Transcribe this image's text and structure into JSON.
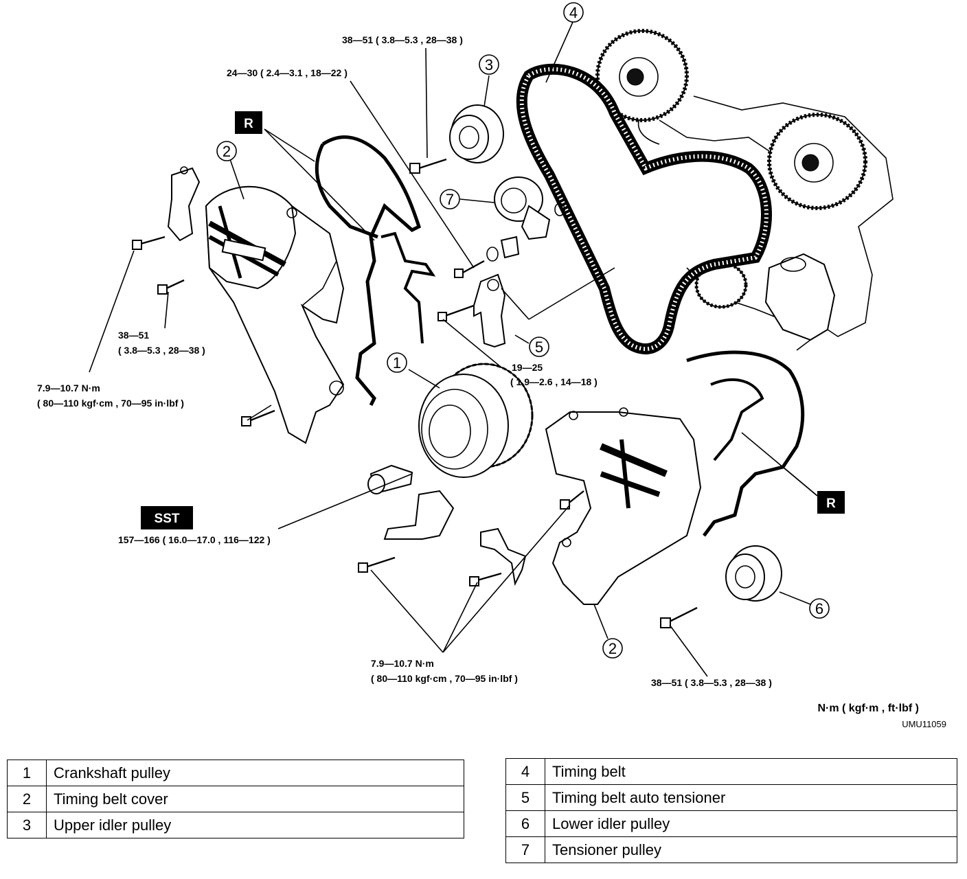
{
  "torque_labels": {
    "upper_idler_bolt": "38—51 ( 3.8—5.3 , 28—38 )",
    "tensioner_pulley_bolt": "24—30 ( 2.4—3.1 , 18—22 )",
    "cover_bolt_upper_line1": "38—51",
    "cover_bolt_upper_line2": "( 3.8—5.3 , 28—38 )",
    "cover_small_bolt_line1": "7.9—10.7 N·m",
    "cover_small_bolt_line2": "( 80—110 kgf·cm , 70—95 in·lbf )",
    "auto_tensioner_line1": "19—25",
    "auto_tensioner_line2": "( 1.9—2.6 , 14—18 )",
    "crank_bolt": "157—166 ( 16.0—17.0 , 116—122 )",
    "lower_cover_line1": "7.9—10.7 N·m",
    "lower_cover_line2": "( 80—110 kgf·cm , 70—95 in·lbf )",
    "lower_idler_bolt": "38—51 ( 3.8—5.3 , 28—38 )"
  },
  "tags": {
    "replace": "R",
    "special_tool": "SST"
  },
  "callouts": {
    "c1": "1",
    "c2": "2",
    "c3": "3",
    "c4": "4",
    "c5": "5",
    "c6": "6",
    "c7": "7"
  },
  "units_note": "N·m ( kgf·m , ft·lbf )",
  "figure_id": "UMU11059",
  "legend_left": [
    {
      "num": "1",
      "name": "Crankshaft pulley"
    },
    {
      "num": "2",
      "name": "Timing belt cover"
    },
    {
      "num": "3",
      "name": "Upper idler pulley"
    }
  ],
  "legend_right": [
    {
      "num": "4",
      "name": "Timing belt"
    },
    {
      "num": "5",
      "name": "Timing belt auto tensioner"
    },
    {
      "num": "6",
      "name": "Lower idler pulley"
    },
    {
      "num": "7",
      "name": "Tensioner pulley"
    }
  ]
}
